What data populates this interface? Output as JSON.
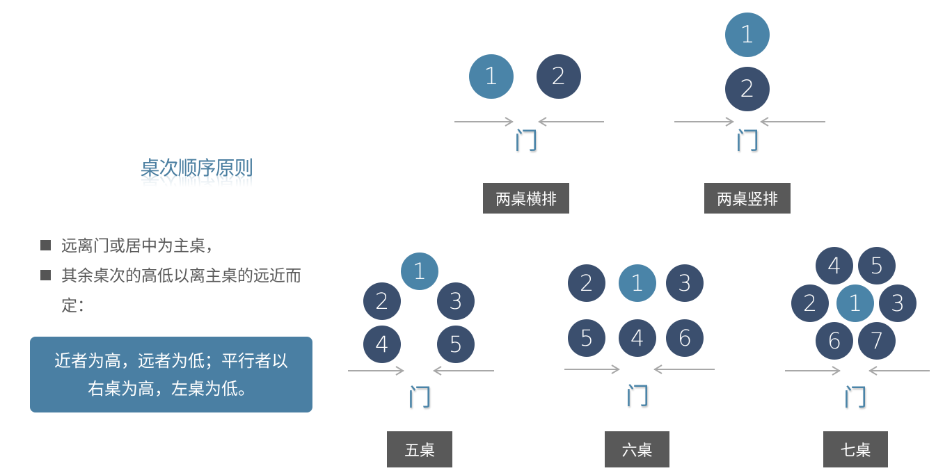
{
  "title": "桌次顺序原则",
  "bullets": [
    "远离门或居中为主桌，",
    "其余桌次的高低以离主桌的远近而定："
  ],
  "callout": {
    "line1": "近者为高，远者为低；平行者以",
    "line2": "右桌为高，左桌为低。"
  },
  "door_label": "门",
  "colors": {
    "main_table": "#4a84a8",
    "other_table": "#3b4f6e",
    "label_bg": "#595959",
    "callout_bg": "#4a7fa3",
    "arrow": "#a8a8a8"
  },
  "layouts": [
    {
      "name": "两桌横排",
      "tables": [
        {
          "number": "1",
          "main": true
        },
        {
          "number": "2",
          "main": false
        }
      ]
    },
    {
      "name": "两桌竖排",
      "tables": [
        {
          "number": "1",
          "main": true
        },
        {
          "number": "2",
          "main": false
        }
      ]
    },
    {
      "name": "五桌",
      "tables": [
        {
          "number": "1",
          "main": true
        },
        {
          "number": "2",
          "main": false
        },
        {
          "number": "3",
          "main": false
        },
        {
          "number": "4",
          "main": false
        },
        {
          "number": "5",
          "main": false
        }
      ]
    },
    {
      "name": "六桌",
      "tables": [
        {
          "number": "2",
          "main": false
        },
        {
          "number": "1",
          "main": true
        },
        {
          "number": "3",
          "main": false
        },
        {
          "number": "5",
          "main": false
        },
        {
          "number": "4",
          "main": false
        },
        {
          "number": "6",
          "main": false
        }
      ]
    },
    {
      "name": "七桌",
      "tables": [
        {
          "number": "4",
          "main": false
        },
        {
          "number": "5",
          "main": false
        },
        {
          "number": "2",
          "main": false
        },
        {
          "number": "1",
          "main": true
        },
        {
          "number": "3",
          "main": false
        },
        {
          "number": "6",
          "main": false
        },
        {
          "number": "7",
          "main": false
        }
      ]
    }
  ]
}
